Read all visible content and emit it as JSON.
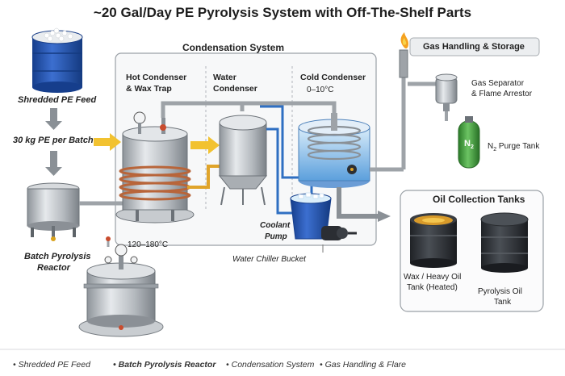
{
  "title": "~20 Gal/Day PE Pyrolysis System with Off-The-Shelf Parts",
  "sections": {
    "condensation": "Condensation System",
    "gas": "Gas Handling & Storage",
    "oil": "Oil Collection Tanks"
  },
  "labels": {
    "feed": "Shredded PE Feed",
    "batch_amount": "30 kg PE per Batch",
    "reactor": [
      "Batch Pyrolysis",
      "Reactor"
    ],
    "hot_condenser": [
      "Hot Condenser",
      "& Wax Trap"
    ],
    "hot_temp": "120–180°C",
    "water_condenser": [
      "Water",
      "Condenser"
    ],
    "cold_condenser": "Cold Condenser",
    "cold_temp": "0–10°C",
    "coolant_pump": [
      "Coolant",
      "Pump"
    ],
    "chiller": "Water Chiller Bucket",
    "gas_separator": [
      "Gas Separator",
      "& Flame Arrestor"
    ],
    "n2_tank_prefix": "N",
    "n2_tank_sub": "2",
    "n2_tank_suffix": " Purge Tank",
    "n2_symbol": "N",
    "n2_symbol_sub": "2",
    "wax_tank": [
      "Wax / Heavy Oil",
      "Tank (Heated)"
    ],
    "oil_tank": [
      "Pyrolysis Oil",
      "Tank"
    ]
  },
  "footer": [
    {
      "bullet": "•",
      "text": "Shredded PE Feed"
    },
    {
      "bullet": "•",
      "text": "Batch Pyrolysis Reactor"
    },
    {
      "bullet": "•",
      "text": "Condensation System"
    },
    {
      "bullet": "•",
      "text": "Gas Handling & Flare"
    }
  ],
  "colors": {
    "steel": "#b8bdc2",
    "steel_dark": "#7d8389",
    "pipe": "#a8adb2",
    "coolant_blue": "#2f6fc2",
    "drum_blue": "#1f4fa8",
    "arrow_yellow": "#f2c230",
    "arrow_gray": "#8a9096",
    "copper": "#b8653a",
    "green_tank": "#3f9a3a",
    "flame": "#f5a21f"
  }
}
